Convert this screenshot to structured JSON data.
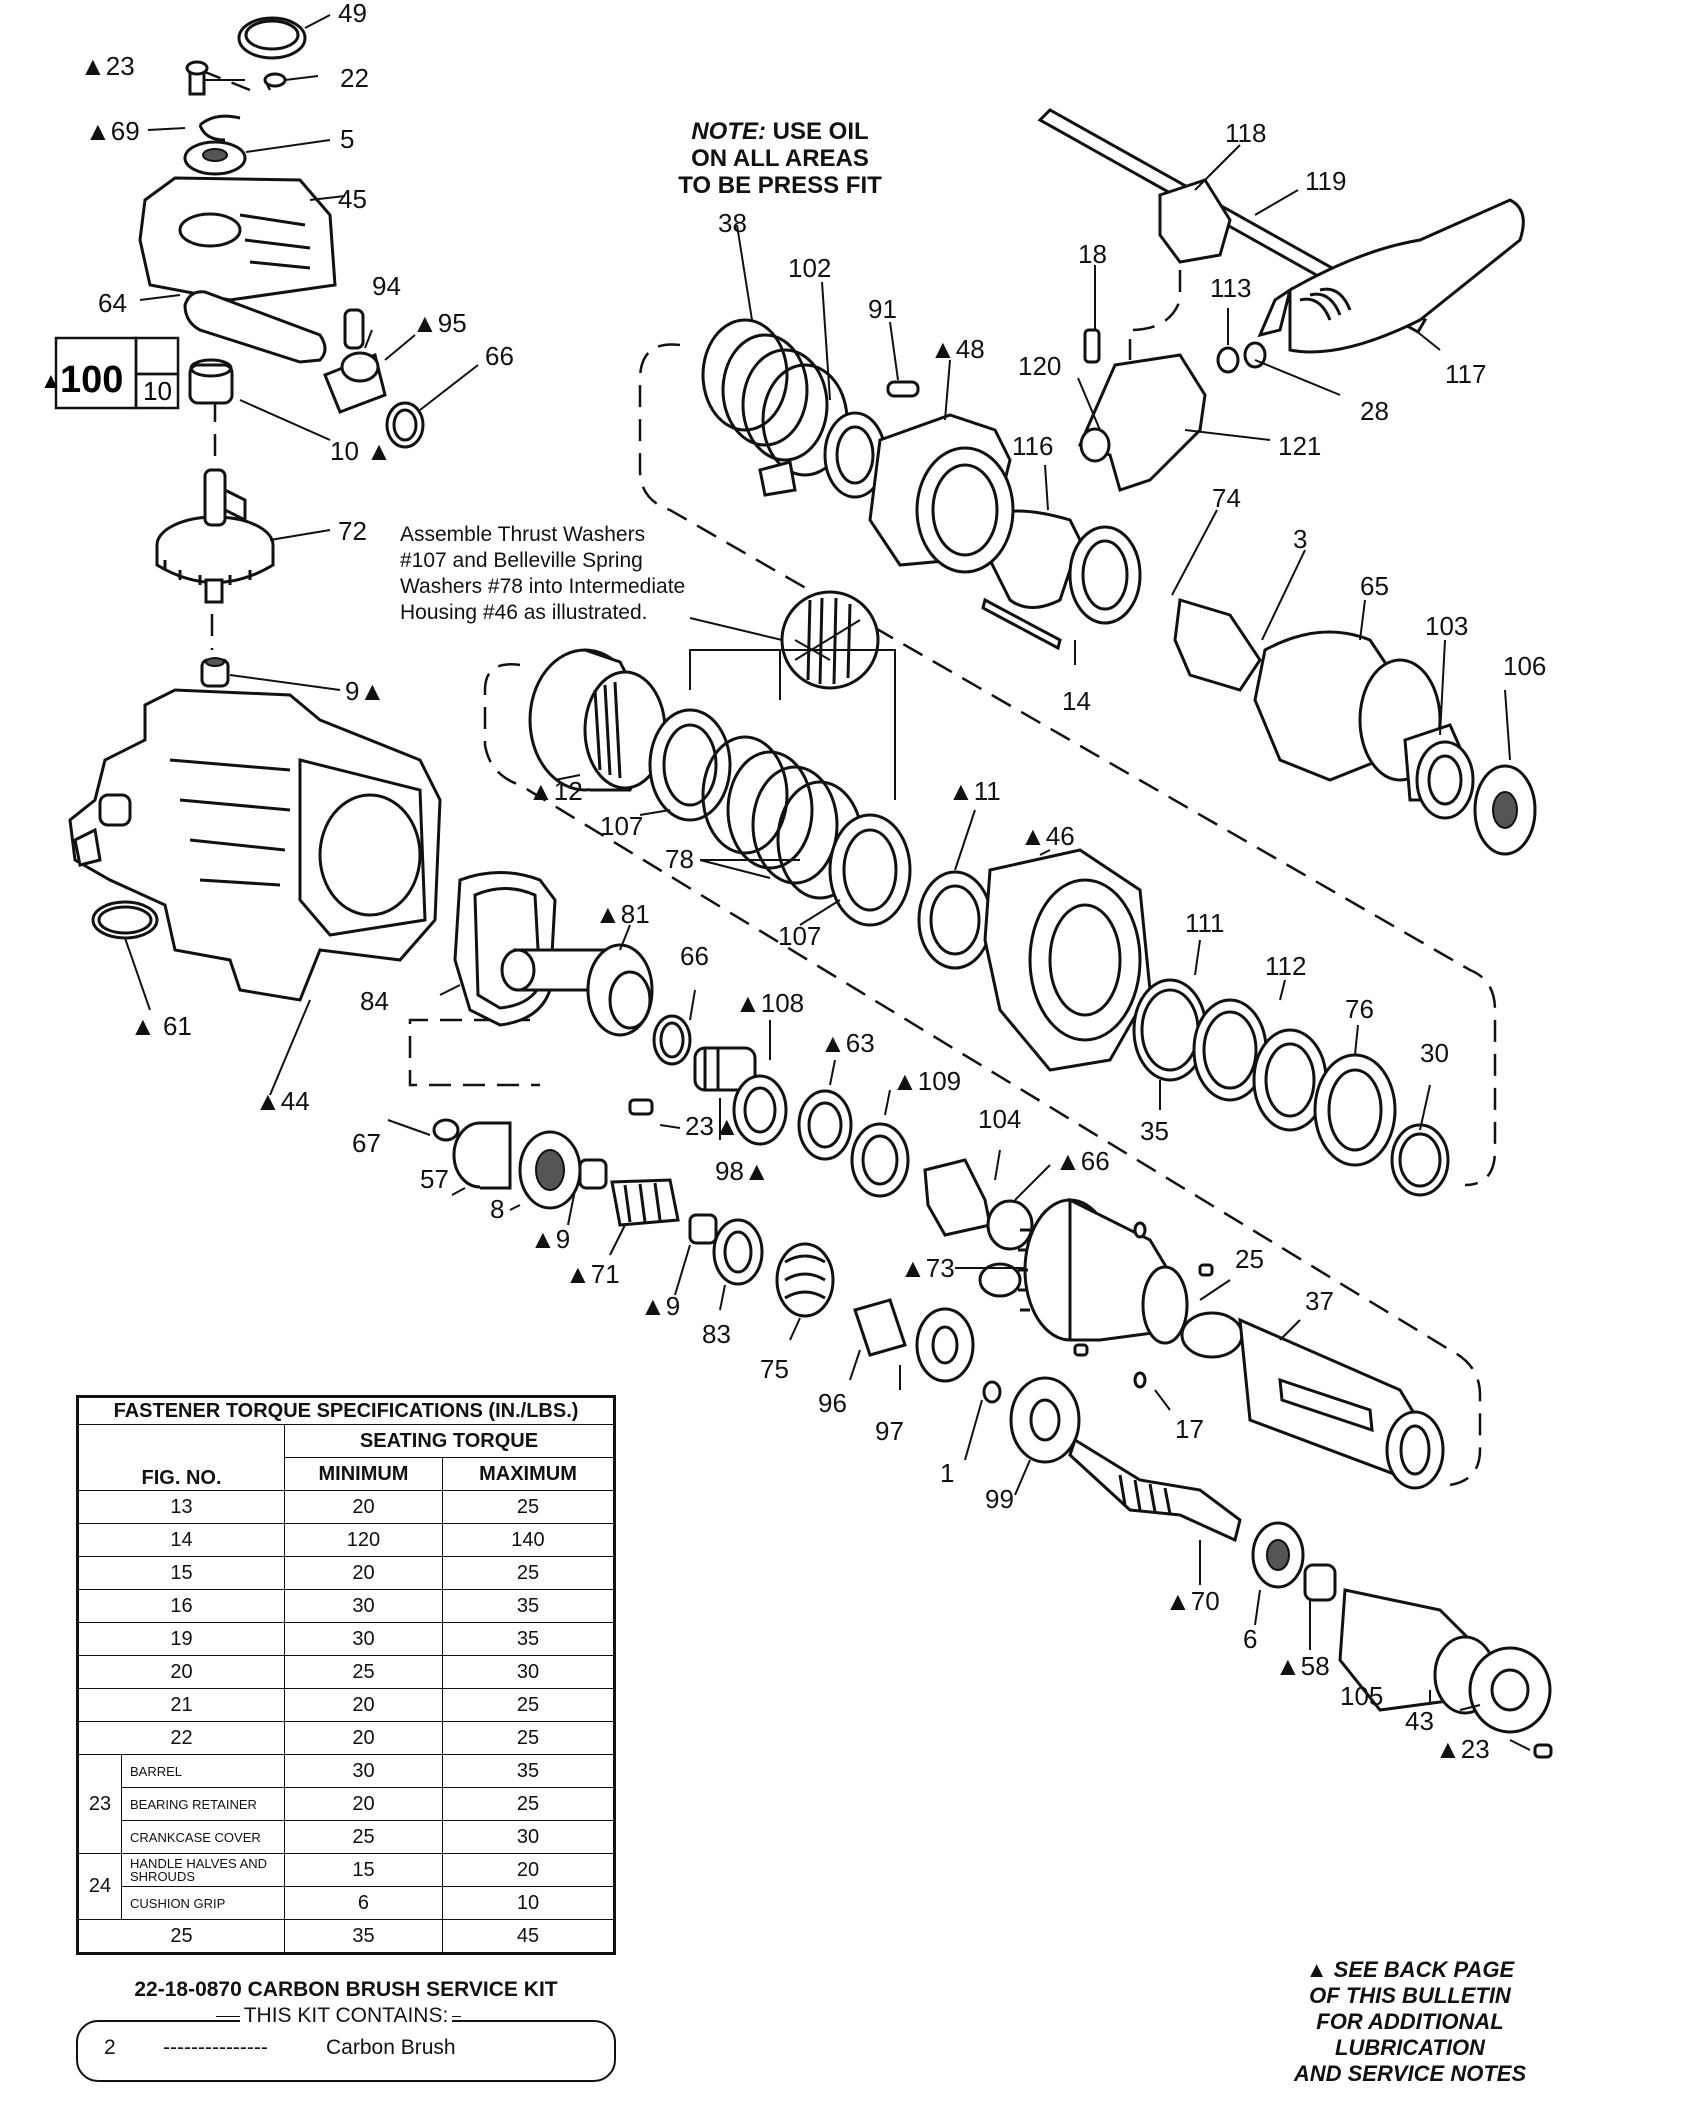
{
  "callouts": [
    {
      "id": "49",
      "label": "49"
    },
    {
      "id": "23a",
      "label": "▲23"
    },
    {
      "id": "22",
      "label": "22"
    },
    {
      "id": "69",
      "label": "▲69"
    },
    {
      "id": "5",
      "label": "5"
    },
    {
      "id": "45",
      "label": "45"
    },
    {
      "id": "64",
      "label": "64"
    },
    {
      "id": "94",
      "label": "94"
    },
    {
      "id": "95",
      "label": "▲95"
    },
    {
      "id": "66a",
      "label": "66"
    },
    {
      "id": "10",
      "label": "10 ▲"
    },
    {
      "id": "72",
      "label": "72"
    },
    {
      "id": "9a",
      "label": "9▲"
    },
    {
      "id": "61",
      "label": "▲ 61"
    },
    {
      "id": "44",
      "label": "▲44"
    },
    {
      "id": "84",
      "label": "84"
    },
    {
      "id": "81",
      "label": "▲81"
    },
    {
      "id": "66b",
      "label": "66"
    },
    {
      "id": "108",
      "label": "▲108"
    },
    {
      "id": "63",
      "label": "▲63"
    },
    {
      "id": "109",
      "label": "▲109"
    },
    {
      "id": "23b",
      "label": "23▲"
    },
    {
      "id": "98",
      "label": "98▲"
    },
    {
      "id": "67",
      "label": "67"
    },
    {
      "id": "57",
      "label": "57"
    },
    {
      "id": "8",
      "label": "8"
    },
    {
      "id": "9b",
      "label": "▲9"
    },
    {
      "id": "71",
      "label": "▲71"
    },
    {
      "id": "9c",
      "label": "▲9"
    },
    {
      "id": "83",
      "label": "83"
    },
    {
      "id": "75",
      "label": "75"
    },
    {
      "id": "96",
      "label": "96"
    },
    {
      "id": "97",
      "label": "97"
    },
    {
      "id": "1",
      "label": "1"
    },
    {
      "id": "99",
      "label": "99"
    },
    {
      "id": "104",
      "label": "104"
    },
    {
      "id": "66c",
      "label": "▲66"
    },
    {
      "id": "73",
      "label": "▲73"
    },
    {
      "id": "25",
      "label": "25"
    },
    {
      "id": "37",
      "label": "37"
    },
    {
      "id": "17",
      "label": "17"
    },
    {
      "id": "70",
      "label": "▲70"
    },
    {
      "id": "6",
      "label": "6"
    },
    {
      "id": "58",
      "label": "▲58"
    },
    {
      "id": "105",
      "label": "105"
    },
    {
      "id": "43",
      "label": "43"
    },
    {
      "id": "23c",
      "label": "▲23"
    },
    {
      "id": "38",
      "label": "38"
    },
    {
      "id": "102",
      "label": "102"
    },
    {
      "id": "91",
      "label": "91"
    },
    {
      "id": "48",
      "label": "▲48"
    },
    {
      "id": "18",
      "label": "18"
    },
    {
      "id": "120",
      "label": "120"
    },
    {
      "id": "116",
      "label": "116"
    },
    {
      "id": "118",
      "label": "118"
    },
    {
      "id": "119",
      "label": "119"
    },
    {
      "id": "113",
      "label": "113"
    },
    {
      "id": "28",
      "label": "28"
    },
    {
      "id": "117",
      "label": "117"
    },
    {
      "id": "121",
      "label": "121"
    },
    {
      "id": "74",
      "label": "74"
    },
    {
      "id": "3",
      "label": "3"
    },
    {
      "id": "65",
      "label": "65"
    },
    {
      "id": "103",
      "label": "103"
    },
    {
      "id": "106",
      "label": "106"
    },
    {
      "id": "14",
      "label": "14"
    },
    {
      "id": "12",
      "label": "▲12"
    },
    {
      "id": "107a",
      "label": "107"
    },
    {
      "id": "78",
      "label": "78"
    },
    {
      "id": "107b",
      "label": "107"
    },
    {
      "id": "11",
      "label": "▲11"
    },
    {
      "id": "46",
      "label": "▲46"
    },
    {
      "id": "111",
      "label": "111"
    },
    {
      "id": "112",
      "label": "112"
    },
    {
      "id": "76",
      "label": "76"
    },
    {
      "id": "30",
      "label": "30"
    },
    {
      "id": "35",
      "label": "35"
    }
  ],
  "kit100": {
    "prefix": "▲",
    "top": "100",
    "bottom": "10"
  },
  "note": {
    "line1_em": "NOTE:",
    "line1_rest": " USE OIL",
    "line2": "ON ALL AREAS",
    "line3": "TO BE PRESS FIT"
  },
  "assemble": [
    "Assemble Thrust Washers",
    "#107 and Belleville Spring",
    "Washers #78 into Intermediate",
    "Housing #46 as illustrated."
  ],
  "torque": {
    "title": "FASTENER TORQUE SPECIFICATIONS (IN./LBS.)",
    "group": "SEATING TORQUE",
    "col_fig": "FIG. NO.",
    "col_min": "MINIMUM",
    "col_max": "MAXIMUM",
    "rows": [
      {
        "fig": "13",
        "min": "20",
        "max": "25"
      },
      {
        "fig": "14",
        "min": "120",
        "max": "140"
      },
      {
        "fig": "15",
        "min": "20",
        "max": "25"
      },
      {
        "fig": "16",
        "min": "30",
        "max": "35"
      },
      {
        "fig": "19",
        "min": "30",
        "max": "35"
      },
      {
        "fig": "20",
        "min": "25",
        "max": "30"
      },
      {
        "fig": "21",
        "min": "20",
        "max": "25"
      },
      {
        "fig": "22",
        "min": "20",
        "max": "25"
      }
    ],
    "g23": {
      "fig": "23",
      "rows": [
        {
          "sub": "BARREL",
          "min": "30",
          "max": "35"
        },
        {
          "sub": "BEARING RETAINER",
          "min": "20",
          "max": "25"
        },
        {
          "sub": "CRANKCASE COVER",
          "min": "25",
          "max": "30"
        }
      ]
    },
    "g24": {
      "fig": "24",
      "rows": [
        {
          "sub": "HANDLE HALVES AND SHROUDS",
          "min": "15",
          "max": "20"
        },
        {
          "sub": "CUSHION GRIP",
          "min": "6",
          "max": "10"
        }
      ]
    },
    "last": {
      "fig": "25",
      "min": "35",
      "max": "45"
    }
  },
  "kit": {
    "title": "22-18-0870 CARBON BRUSH SERVICE KIT",
    "contains": "THIS KIT CONTAINS:",
    "qty": "2",
    "dashes": "---------------",
    "item": "Carbon Brush"
  },
  "backnote": [
    "▲ SEE BACK PAGE",
    "OF THIS BULLETIN",
    "FOR ADDITIONAL",
    "LUBRICATION",
    "AND SERVICE NOTES"
  ]
}
